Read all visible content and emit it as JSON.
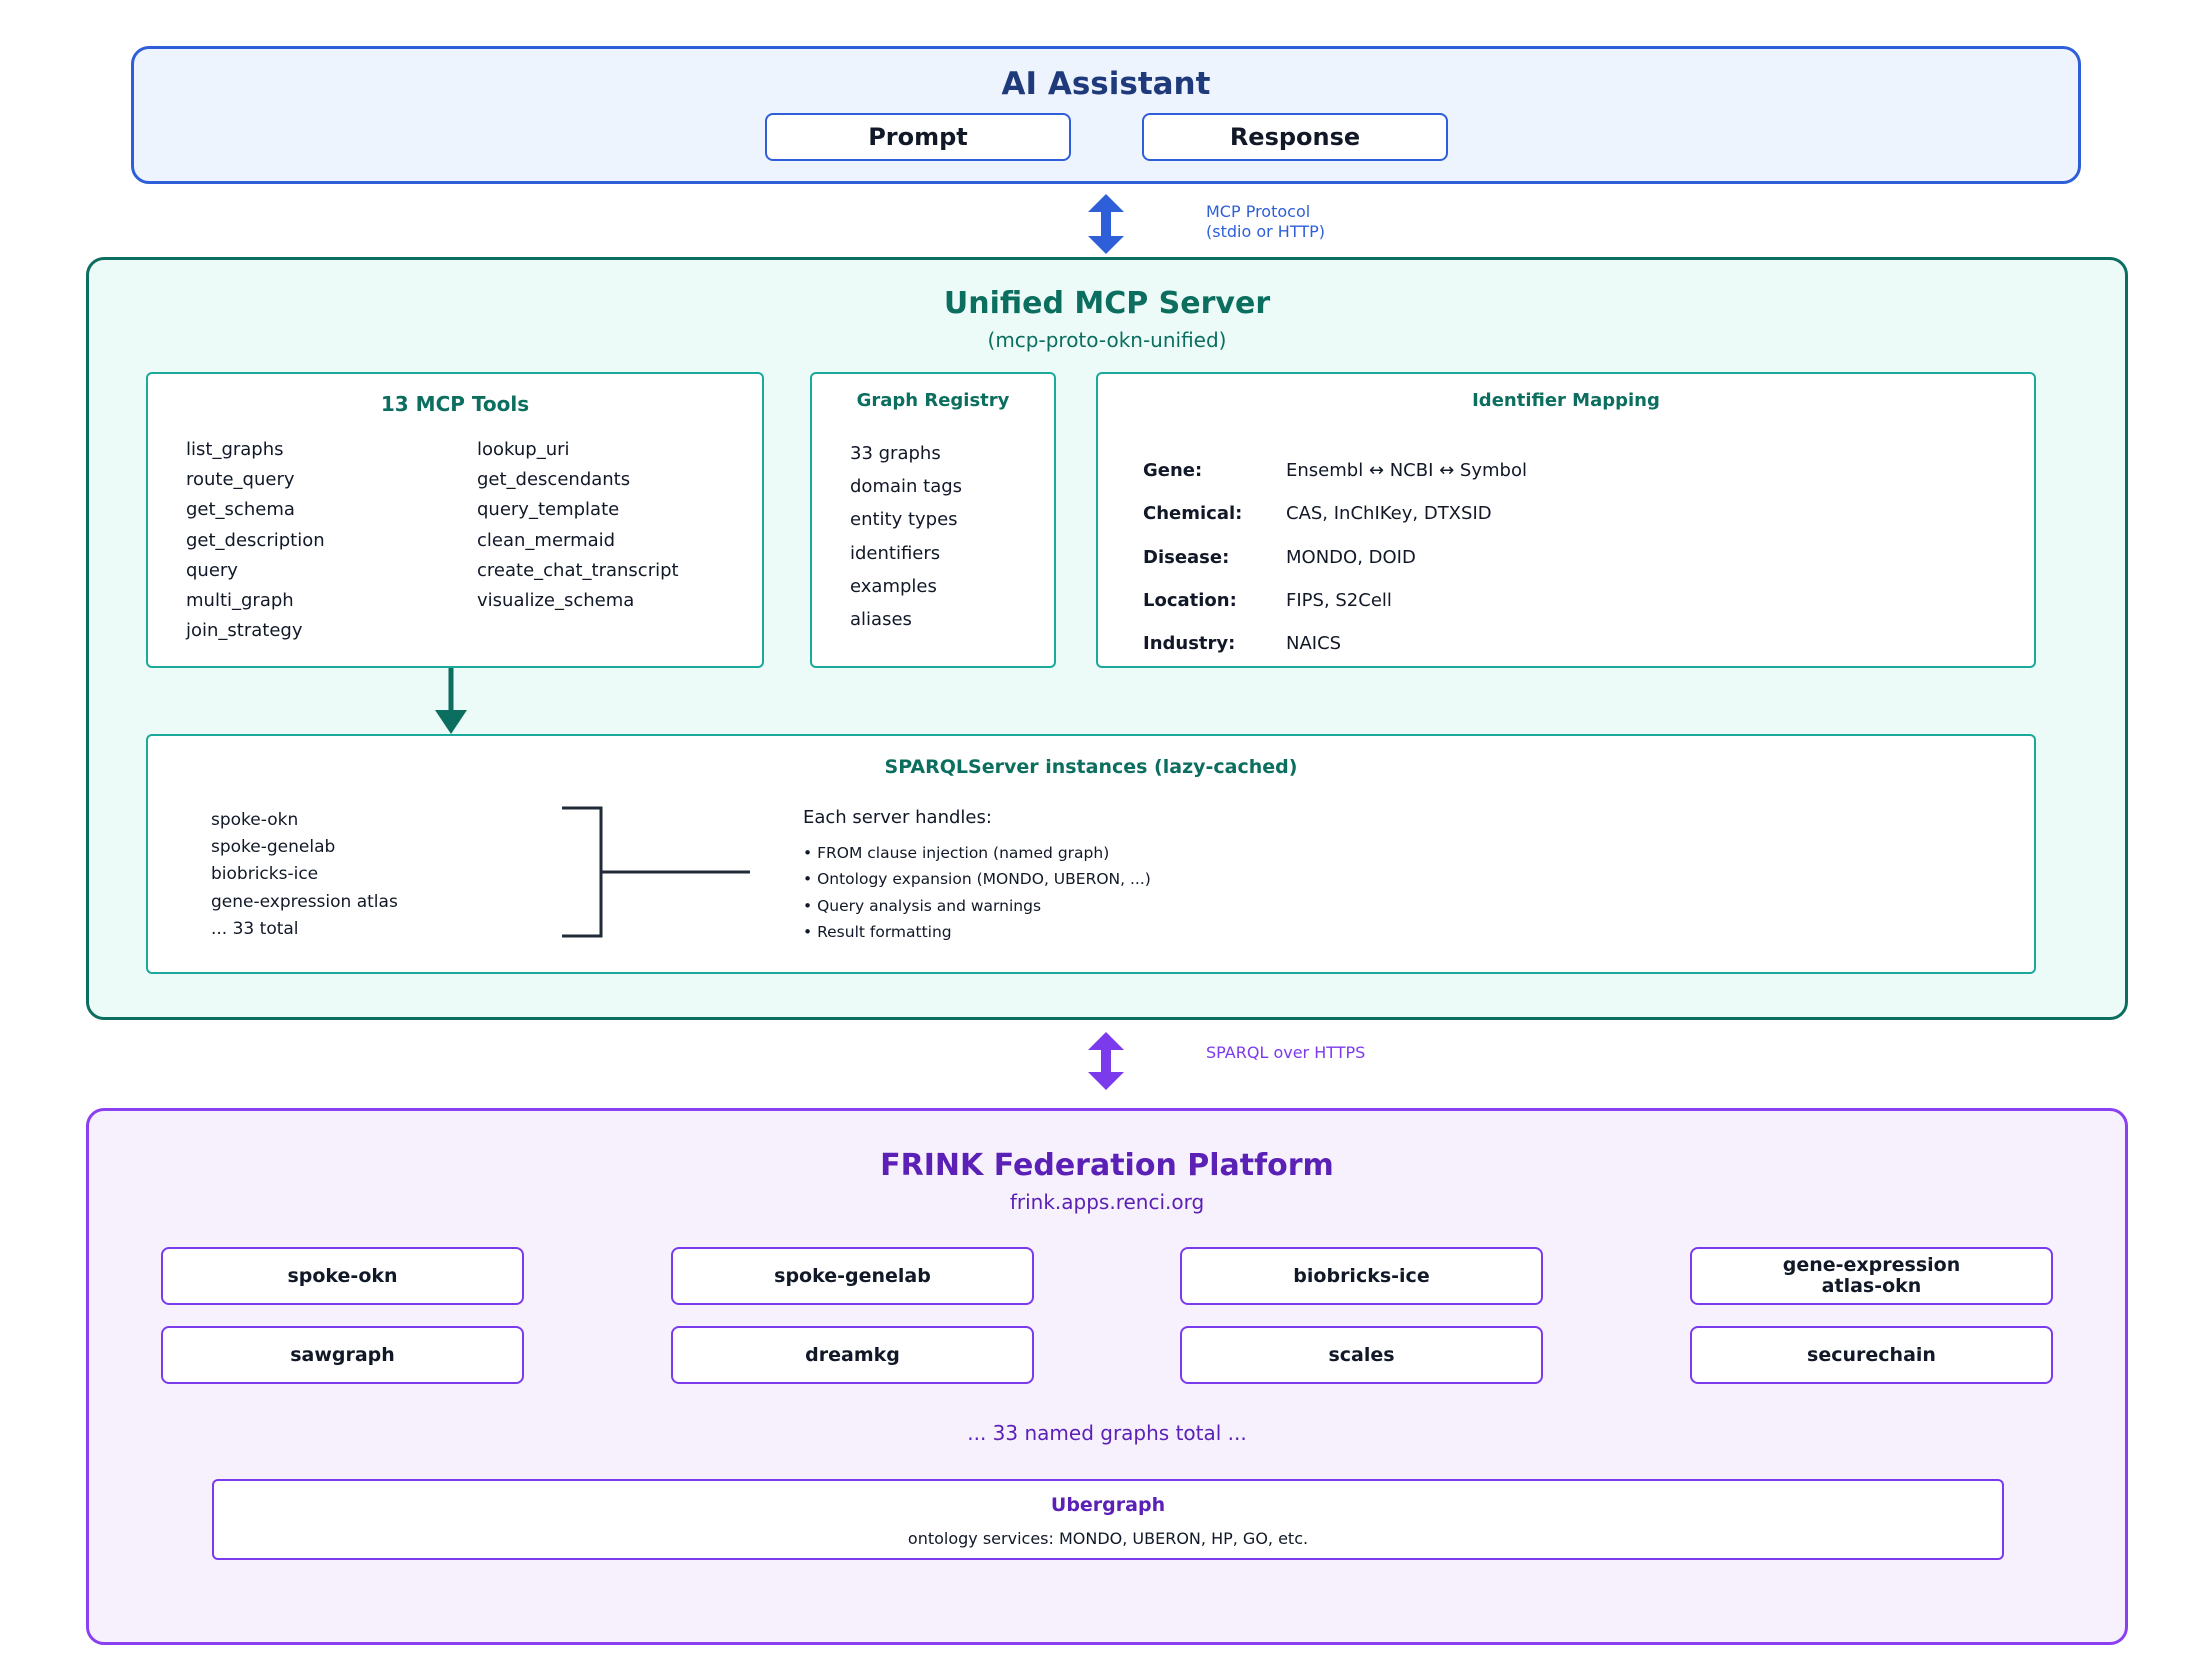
{
  "ai_assistant": {
    "title": "AI Assistant",
    "prompt_label": "Prompt",
    "response_label": "Response"
  },
  "connector_mcp": {
    "line1": "MCP Protocol",
    "line2": "(stdio or HTTP)"
  },
  "mcp_server": {
    "title": "Unified MCP Server",
    "subtitle": "(mcp-proto-okn-unified)",
    "tools": {
      "title": "13 MCP Tools",
      "col1": [
        "list_graphs",
        "route_query",
        "get_schema",
        "get_description",
        "query",
        "multi_graph",
        "join_strategy"
      ],
      "col2": [
        "lookup_uri",
        "get_descendants",
        "query_template",
        "clean_mermaid",
        "create_chat_transcript",
        "visualize_schema"
      ]
    },
    "registry": {
      "title": "Graph Registry",
      "items": [
        "33 graphs",
        "domain tags",
        "entity types",
        "identifiers",
        "examples",
        "aliases"
      ]
    },
    "identifier_mapping": {
      "title": "Identifier Mapping",
      "rows": [
        {
          "label": "Gene:",
          "value": "Ensembl ↔ NCBI ↔ Symbol"
        },
        {
          "label": "Chemical:",
          "value": "CAS, InChIKey, DTXSID"
        },
        {
          "label": "Disease:",
          "value": "MONDO, DOID"
        },
        {
          "label": "Location:",
          "value": "FIPS, S2Cell"
        },
        {
          "label": "Industry:",
          "value": "NAICS"
        }
      ]
    },
    "sparql_instances": {
      "title": "SPARQLServer instances (lazy-cached)",
      "servers": [
        "spoke-okn",
        "spoke-genelab",
        "biobricks-ice",
        "gene-expression atlas",
        "... 33 total"
      ],
      "handles_title": "Each server handles:",
      "handles": [
        "• FROM clause injection (named graph)",
        "• Ontology expansion (MONDO, UBERON, ...)",
        "• Query analysis and warnings",
        "• Result formatting"
      ]
    }
  },
  "connector_sparql": {
    "label": "SPARQL over HTTPS"
  },
  "frink": {
    "title": "FRINK Federation Platform",
    "subtitle": "frink.apps.renci.org",
    "graphs_row1": [
      "spoke-okn",
      "spoke-genelab",
      "biobricks-ice",
      "gene-expression\natlas-okn"
    ],
    "graphs_row2": [
      "sawgraph",
      "dreamkg",
      "scales",
      "securechain"
    ],
    "total_note": "... 33 named graphs total ...",
    "ubergraph": {
      "title": "Ubergraph",
      "description": "ontology services: MONDO, UBERON, HP, GO, etc."
    }
  },
  "colors": {
    "ai_blue": "#2f5fd8",
    "mcp_teal": "#0b6e5f",
    "frink_purple": "#7c3aed"
  }
}
